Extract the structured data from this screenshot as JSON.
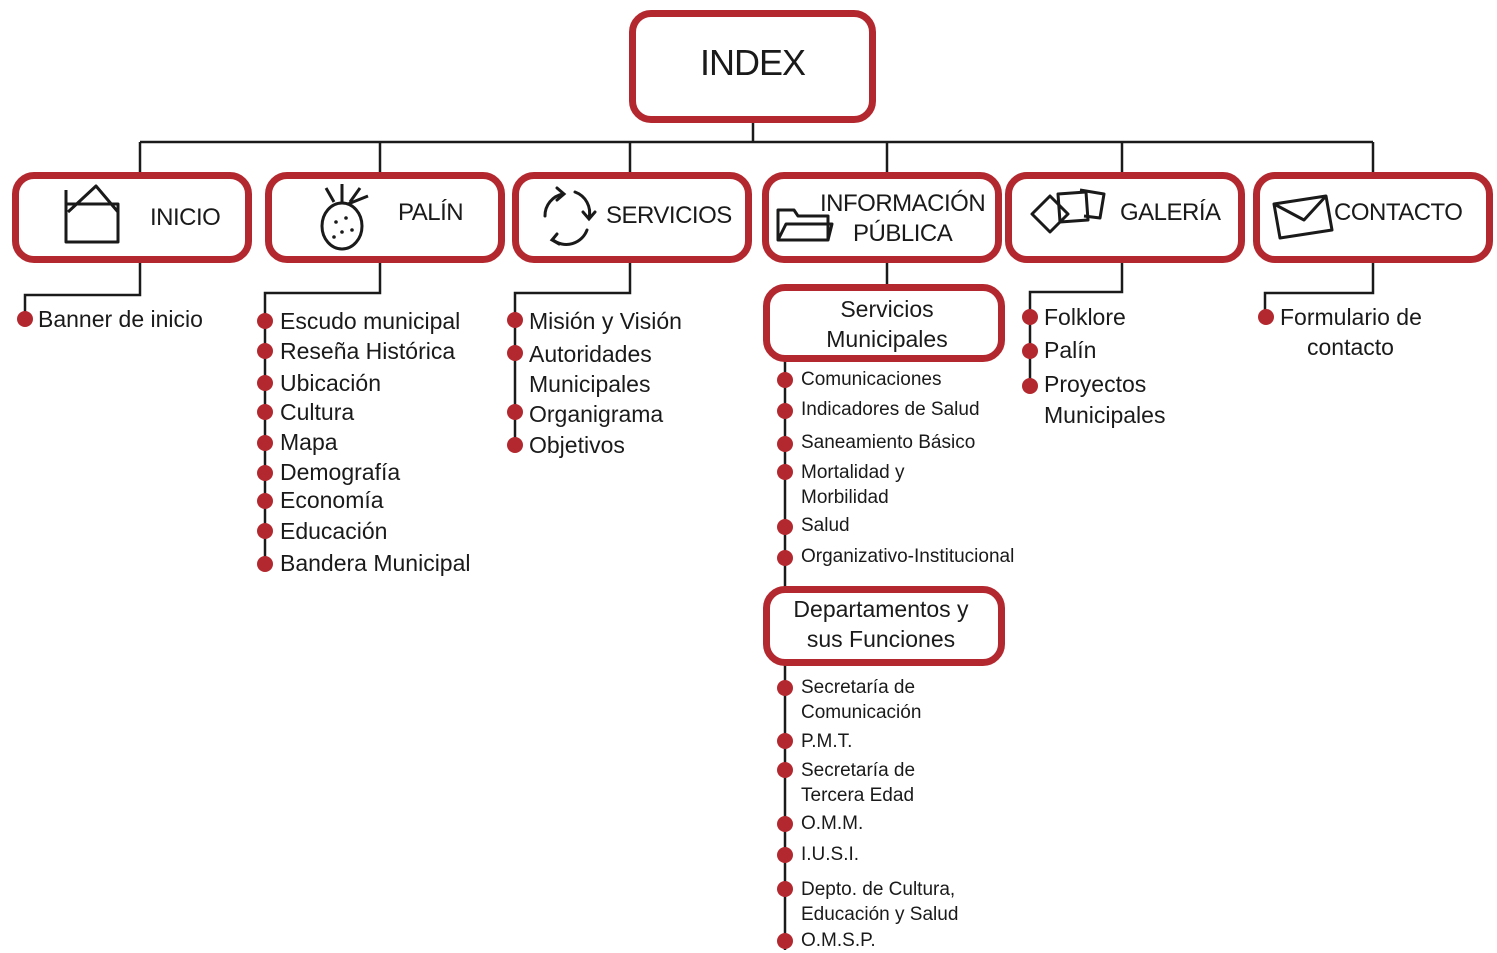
{
  "diagram": {
    "root": "INDEX",
    "nodes": {
      "inicio": {
        "title": "INICIO",
        "icon": "envelope-icon",
        "items": [
          "Banner de inicio"
        ]
      },
      "palin": {
        "title": "PALÍN",
        "icon": "pineapple-icon",
        "items": [
          "Escudo municipal",
          "Reseña Histórica",
          "Ubicación",
          "Cultura",
          "Mapa",
          "Demografía",
          "Economía",
          "Educación",
          "Bandera Municipal"
        ]
      },
      "servicios": {
        "title": "SERVICIOS",
        "icon": "recycle-arrows-icon",
        "items": [
          "Misión y Visión",
          "Autoridades",
          "Municipales",
          "Organigrama",
          "Objetivos"
        ]
      },
      "info": {
        "title_line1": "INFORMACIÓN",
        "title_line2": "PÚBLICA",
        "icon": "folder-icon",
        "sub1": {
          "line1": "Servicios",
          "line2": "Municipales",
          "items": [
            "Comunicaciones",
            "Indicadores de Salud",
            "Saneamiento Básico",
            "Mortalidad y",
            "Morbilidad",
            "Salud",
            "Organizativo-Institucional"
          ]
        },
        "sub2": {
          "line1": "Departamentos y",
          "line2": "sus Funciones",
          "items": [
            "Secretaría de",
            "Comunicación",
            "P.M.T.",
            "Secretaría de",
            "Tercera Edad",
            "O.M.M.",
            "I.U.S.I.",
            "Depto. de Cultura,",
            "Educación y Salud",
            "O.M.S.P."
          ]
        }
      },
      "galeria": {
        "title": "GALERÍA",
        "icon": "photos-icon",
        "items": [
          "Folklore",
          "Palín",
          "Proyectos",
          "Municipales"
        ]
      },
      "contacto": {
        "title": "CONTACTO",
        "icon": "mail-icon",
        "items": [
          "Formulario de",
          "contacto"
        ]
      }
    },
    "colors": {
      "accent": "#b3282e",
      "line": "#1a1a1a",
      "text": "#1a1a1a"
    }
  }
}
